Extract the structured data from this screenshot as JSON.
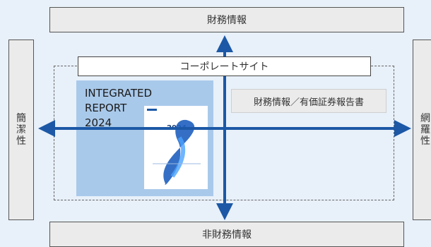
{
  "top_label": "財務情報",
  "bottom_label": "非財務情報",
  "left_label": [
    "簡",
    "潔",
    "性"
  ],
  "right_label": [
    "網",
    "羅",
    "性"
  ],
  "corporate_site_label": "コーポレートサイト",
  "integrated_report": {
    "lines": [
      "INTEGRATED",
      "REPORT",
      "2024"
    ],
    "cover_year": "2024"
  },
  "financial_reports_label": "財務情報／有価証券報告書",
  "colors": {
    "arrow": "#1c58a6",
    "panel": "#a9c9ea",
    "background": "#e8f0f9"
  }
}
